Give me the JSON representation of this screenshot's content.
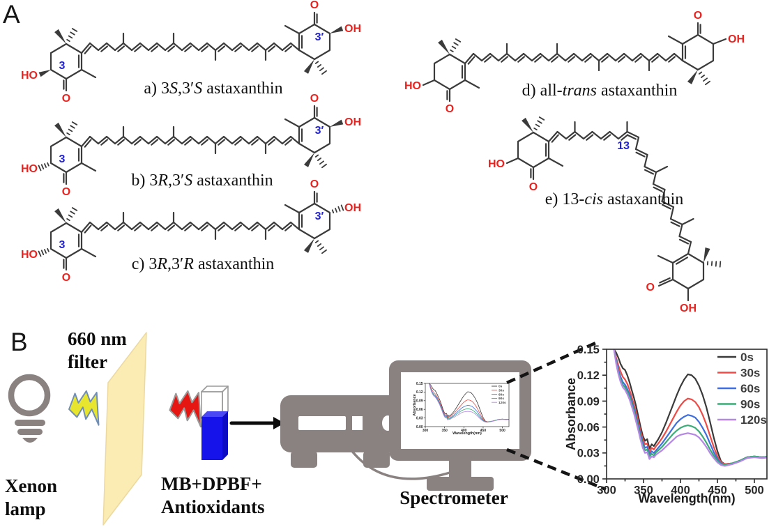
{
  "panels": {
    "a_label": "A",
    "b_label": "B"
  },
  "structures": {
    "colors": {
      "bond": "#3b3b3b",
      "heteroatom": "#e8231f",
      "locant": "#2323d6"
    },
    "atom_labels": {
      "ho": "HO",
      "o": "O",
      "oh": "OH"
    },
    "items": [
      {
        "id": "a",
        "locant_left": "3",
        "locant_right": "3′",
        "caption": [
          {
            "t": "a) 3"
          },
          {
            "t": "S",
            "i": 1
          },
          {
            "t": ",3′"
          },
          {
            "t": "S",
            "i": 1
          },
          {
            "t": " astaxanthin"
          }
        ]
      },
      {
        "id": "b",
        "locant_left": "3",
        "locant_right": "3′",
        "caption": [
          {
            "t": "b) 3"
          },
          {
            "t": "R",
            "i": 1
          },
          {
            "t": ",3′"
          },
          {
            "t": "S",
            "i": 1
          },
          {
            "t": " astaxanthin"
          }
        ]
      },
      {
        "id": "c",
        "locant_left": "3",
        "locant_right": "3′",
        "caption": [
          {
            "t": "c) 3"
          },
          {
            "t": "R",
            "i": 1
          },
          {
            "t": ",3′"
          },
          {
            "t": "R",
            "i": 1
          },
          {
            "t": " astaxanthin"
          }
        ]
      },
      {
        "id": "d",
        "caption": [
          {
            "t": "d) all-"
          },
          {
            "t": "trans",
            "i": 1
          },
          {
            "t": " astaxanthin"
          }
        ]
      },
      {
        "id": "e",
        "locant_cis": "13",
        "caption": [
          {
            "t": "e) 13-"
          },
          {
            "t": "cis",
            "i": 1
          },
          {
            "t": " astaxanthin"
          }
        ]
      }
    ]
  },
  "setup": {
    "filter_label_lines": [
      "660 nm",
      "filter"
    ],
    "xenon_label_lines": [
      "Xenon",
      "lamp"
    ],
    "sample_label_lines": [
      "MB+DPBF+",
      "Antioxidants"
    ],
    "spectrometer_label": "Spectrometer",
    "colors": {
      "device_gray": "#8a8280",
      "filter_yellow": "#fbecb4",
      "filter_edge": "#ecd9a0",
      "bolt_yellow": "#e8e52e",
      "bolt_yellow_edge": "#6f8fb8",
      "bolt_red": "#e61713",
      "bolt_red_edge": "#9a9a9a",
      "cuvette_blue": "#1513ea",
      "cuvette_blue_dark": "#0e0cc2",
      "cuvette_blue_top": "#4a48f2",
      "arrow_black": "#0c0c0c"
    }
  },
  "chart_data": {
    "type": "line",
    "title": "",
    "xlabel": "Wavelength(nm)",
    "ylabel": "Absorbance",
    "xlim": [
      300,
      517
    ],
    "ylim": [
      0,
      0.15
    ],
    "xticks": [
      300,
      350,
      400,
      450,
      500
    ],
    "xminor": [
      325,
      375,
      425,
      475
    ],
    "yticks": [
      0.0,
      0.03,
      0.06,
      0.09,
      0.12,
      0.15
    ],
    "yminor": [
      0.015,
      0.045,
      0.075,
      0.105,
      0.135
    ],
    "grid": false,
    "legend_position": "top-right",
    "x": [
      310,
      313,
      316,
      319,
      322,
      325,
      328,
      331,
      334,
      337,
      340,
      343,
      346,
      349,
      352,
      355,
      358,
      361,
      364,
      367,
      370,
      375,
      380,
      385,
      390,
      395,
      400,
      405,
      410,
      415,
      420,
      425,
      430,
      435,
      440,
      445,
      450,
      455,
      460,
      470,
      480,
      490,
      500,
      510,
      522
    ],
    "series": [
      {
        "name": "0s",
        "color": "#3a3a3a",
        "values": [
          0.15,
          0.146,
          0.14,
          0.133,
          0.128,
          0.126,
          0.12,
          0.112,
          0.103,
          0.094,
          0.084,
          0.072,
          0.06,
          0.05,
          0.044,
          0.046,
          0.035,
          0.04,
          0.038,
          0.042,
          0.046,
          0.054,
          0.064,
          0.075,
          0.086,
          0.097,
          0.107,
          0.115,
          0.121,
          0.12,
          0.116,
          0.108,
          0.097,
          0.083,
          0.066,
          0.048,
          0.032,
          0.02,
          0.017,
          0.018,
          0.021,
          0.025,
          0.026,
          0.025,
          0.026
        ]
      },
      {
        "name": "30s",
        "color": "#ef4a45",
        "values": [
          0.15,
          0.14,
          0.131,
          0.124,
          0.118,
          0.115,
          0.11,
          0.103,
          0.095,
          0.086,
          0.077,
          0.066,
          0.055,
          0.046,
          0.04,
          0.041,
          0.031,
          0.036,
          0.034,
          0.038,
          0.041,
          0.047,
          0.054,
          0.062,
          0.07,
          0.078,
          0.085,
          0.09,
          0.093,
          0.092,
          0.089,
          0.083,
          0.074,
          0.063,
          0.05,
          0.037,
          0.026,
          0.019,
          0.017,
          0.018,
          0.021,
          0.025,
          0.026,
          0.025,
          0.026
        ]
      },
      {
        "name": "60s",
        "color": "#3f6ee0",
        "values": [
          0.15,
          0.137,
          0.126,
          0.118,
          0.112,
          0.109,
          0.104,
          0.098,
          0.09,
          0.082,
          0.072,
          0.062,
          0.051,
          0.042,
          0.036,
          0.037,
          0.028,
          0.032,
          0.03,
          0.033,
          0.036,
          0.041,
          0.047,
          0.053,
          0.059,
          0.065,
          0.069,
          0.072,
          0.074,
          0.073,
          0.071,
          0.066,
          0.059,
          0.051,
          0.041,
          0.031,
          0.023,
          0.018,
          0.016,
          0.018,
          0.021,
          0.025,
          0.026,
          0.025,
          0.026
        ]
      },
      {
        "name": "90s",
        "color": "#3cab77",
        "values": [
          0.15,
          0.135,
          0.123,
          0.115,
          0.109,
          0.106,
          0.101,
          0.095,
          0.087,
          0.079,
          0.069,
          0.059,
          0.048,
          0.039,
          0.033,
          0.034,
          0.026,
          0.029,
          0.027,
          0.031,
          0.033,
          0.037,
          0.042,
          0.047,
          0.052,
          0.056,
          0.059,
          0.061,
          0.062,
          0.061,
          0.059,
          0.055,
          0.049,
          0.042,
          0.034,
          0.027,
          0.021,
          0.017,
          0.016,
          0.018,
          0.021,
          0.025,
          0.026,
          0.025,
          0.026
        ]
      },
      {
        "name": "120s",
        "color": "#b687e6",
        "values": [
          0.15,
          0.133,
          0.121,
          0.112,
          0.106,
          0.103,
          0.098,
          0.092,
          0.084,
          0.076,
          0.066,
          0.056,
          0.045,
          0.036,
          0.03,
          0.031,
          0.023,
          0.026,
          0.025,
          0.028,
          0.03,
          0.033,
          0.037,
          0.041,
          0.045,
          0.049,
          0.051,
          0.052,
          0.053,
          0.052,
          0.051,
          0.048,
          0.043,
          0.037,
          0.03,
          0.024,
          0.019,
          0.016,
          0.015,
          0.017,
          0.02,
          0.024,
          0.025,
          0.024,
          0.025
        ]
      }
    ]
  }
}
